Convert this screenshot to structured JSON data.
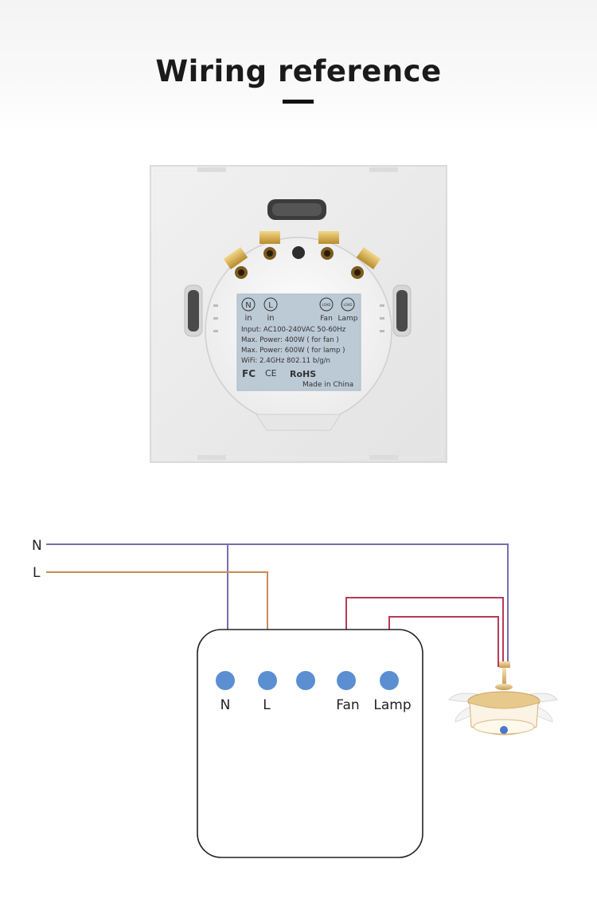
{
  "header": {
    "title": "Wiring reference"
  },
  "label_plate": {
    "terminals": [
      {
        "symbol": "N",
        "sub": "in"
      },
      {
        "symbol": "L",
        "sub": "in"
      },
      {
        "symbol": "Fan",
        "icon": "LOAD"
      },
      {
        "symbol": "Lamp",
        "icon": "LOAD"
      }
    ],
    "spec_lines": [
      "Input: AC100-240VAC 50-60Hz",
      "Max. Power: 400W ( for fan )",
      "Max. Power: 600W ( for lamp )",
      "WiFi: 2.4GHz 802.11 b/g/n"
    ],
    "marks": {
      "fc": "FC",
      "ce": "CE",
      "rohs": "RoHS"
    },
    "origin": "Made in China"
  },
  "diagram": {
    "lines": {
      "neutral": "N",
      "live": "L"
    },
    "terminals": [
      "N",
      "L",
      "",
      "Fan",
      "Lamp"
    ],
    "colors": {
      "neutral_wire": "#7b6cae",
      "live_wire": "#c98a55",
      "fan_wire": "#b83a57",
      "lamp_wire": "#b83a57",
      "terminal": "#5b8fd1"
    }
  }
}
